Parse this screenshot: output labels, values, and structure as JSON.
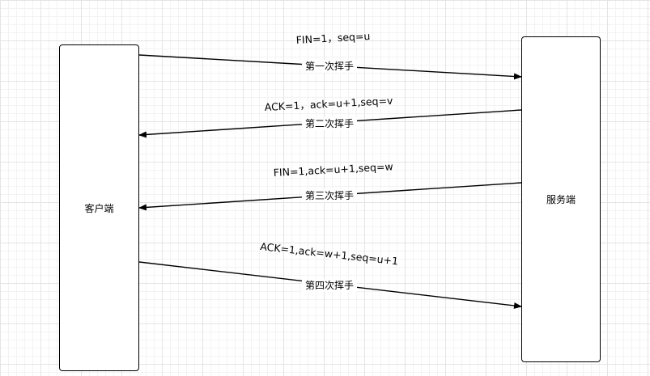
{
  "actors": {
    "client": "客户端",
    "server": "服务端"
  },
  "messages": [
    {
      "label": "FIN=1，seq=u",
      "step": "第一次挥手",
      "direction": "client-to-server"
    },
    {
      "label": "ACK=1，ack=u+1,seq=v",
      "step": "第二次挥手",
      "direction": "server-to-client"
    },
    {
      "label": "FIN=1,ack=u+1,seq=w",
      "step": "第三次挥手",
      "direction": "server-to-client"
    },
    {
      "label": "ACK=1,ack=w+1,seq=u+1",
      "step": "第四次挥手",
      "direction": "client-to-server"
    }
  ]
}
